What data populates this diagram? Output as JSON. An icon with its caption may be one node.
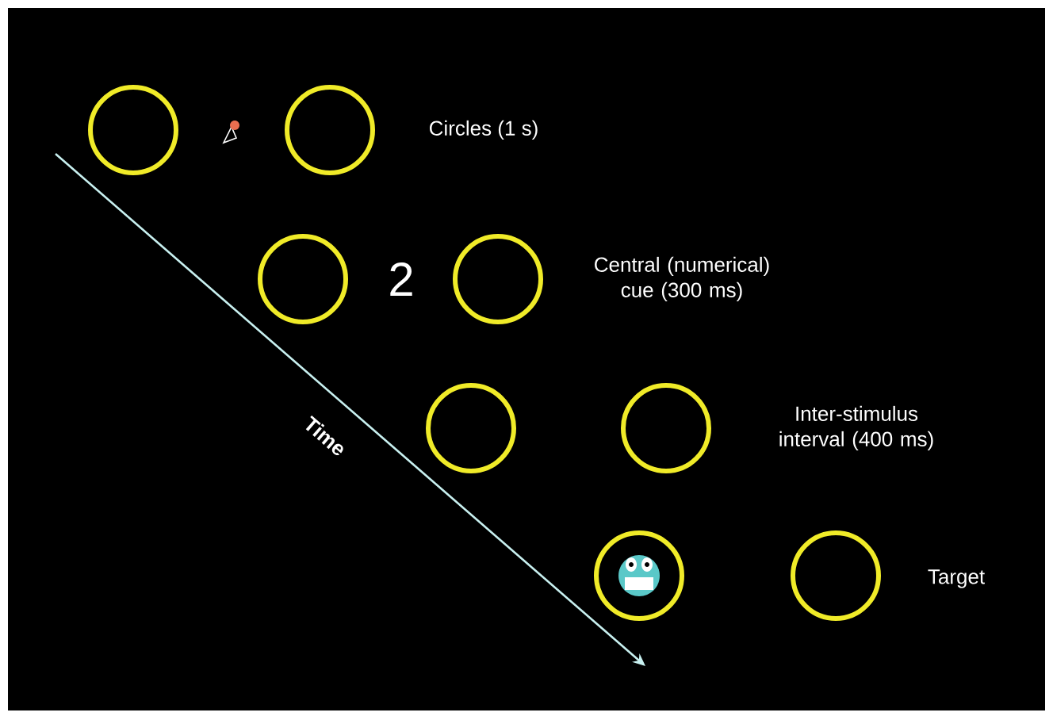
{
  "diagram": {
    "nodes": [
      {
        "text": [],
        "shape": "circle"
      },
      {
        "text": [],
        "shape": "circle"
      },
      {
        "text": [],
        "shape": "circle"
      },
      {
        "text": [],
        "shape": "circle"
      },
      {
        "text": [],
        "shape": "circle"
      },
      {
        "text": [],
        "shape": "circle"
      },
      {
        "text": [],
        "shape": "circle"
      },
      {
        "text": [],
        "shape": "circle"
      }
    ],
    "labels": [
      "Circles (1 s)",
      "2",
      "Central (numerical) cue (300 ms)",
      "Time",
      "Inter-stimulus interval (400 ms)",
      "Target"
    ]
  }
}
